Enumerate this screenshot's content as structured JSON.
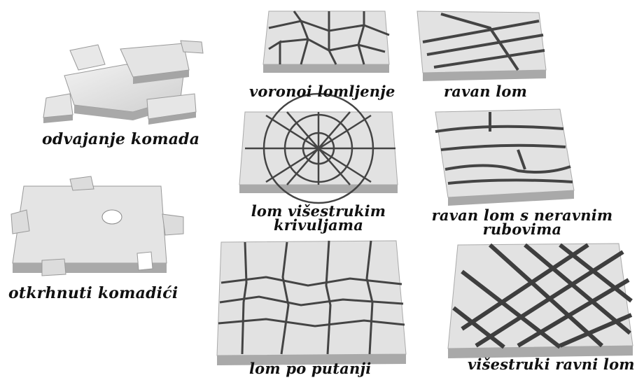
{
  "captions": {
    "odvajanje": "odvajanje komada",
    "voronoi": "voronoi lomljenje",
    "ravan": "ravan lom",
    "krivulje_line1": "lom višestrukim",
    "krivulje_line2": "krivuljama",
    "neravni_line1": "ravan lom s neravnim",
    "neravni_line2": "rubovima",
    "otkrhnuti": "otkrhnuti komadići",
    "putanja": "lom po putanji",
    "visestruki": "višestruki ravni lom"
  },
  "colors": {
    "top_face": "#e2e2e2",
    "side_face": "#a9a9a9",
    "crack": "#4a4a4a",
    "caption": "#111111"
  }
}
